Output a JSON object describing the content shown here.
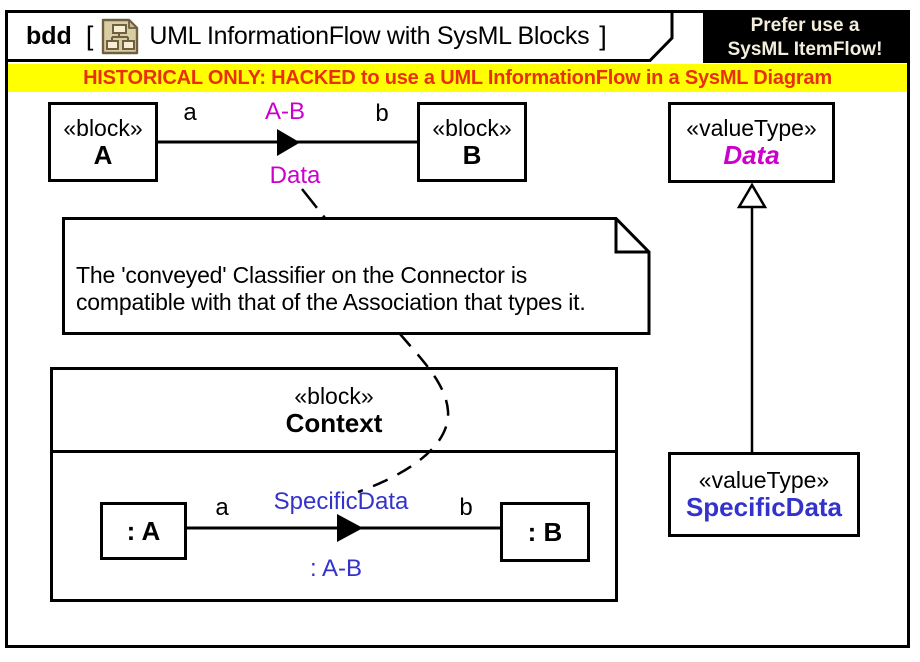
{
  "frame": {
    "keyword": "bdd",
    "bracket_open": "[",
    "title": "UML InformationFlow with SysML Blocks",
    "bracket_close": "]"
  },
  "icons": {
    "header": "block-diagram-document-icon"
  },
  "callout": {
    "line1": "Prefer use a",
    "line2": "SysML ItemFlow!"
  },
  "banner": {
    "text": "HISTORICAL ONLY: HACKED to use a UML InformationFlow in a SysML Diagram"
  },
  "blocks": {
    "a": {
      "stereotype": "«block»",
      "name": "A"
    },
    "b": {
      "stereotype": "«block»",
      "name": "B"
    },
    "context": {
      "stereotype": "«block»",
      "name": "Context"
    },
    "part_a": {
      "name": ": A"
    },
    "part_b": {
      "name": ": B"
    },
    "value_type_data": {
      "stereotype": "«valueType»",
      "name": "Data"
    },
    "value_type_specific": {
      "stereotype": "«valueType»",
      "name": "SpecificData"
    }
  },
  "flows": {
    "top": {
      "role_a": "a",
      "role_b": "b",
      "association": "A-B",
      "conveyed": "Data"
    },
    "bottom": {
      "role_a": "a",
      "role_b": "b",
      "connector": ": A-B",
      "conveyed": "SpecificData"
    }
  },
  "note": {
    "line1": "The 'conveyed' Classifier on the Connector is",
    "line2": "compatible with that of the Association that types it."
  },
  "colors": {
    "magenta": "#CC00CC",
    "blue": "#3333CC",
    "banner_yellow": "#FFFF00",
    "banner_red": "#E8300C",
    "callout_bg": "#000000",
    "callout_text": "#F2EDDD"
  }
}
